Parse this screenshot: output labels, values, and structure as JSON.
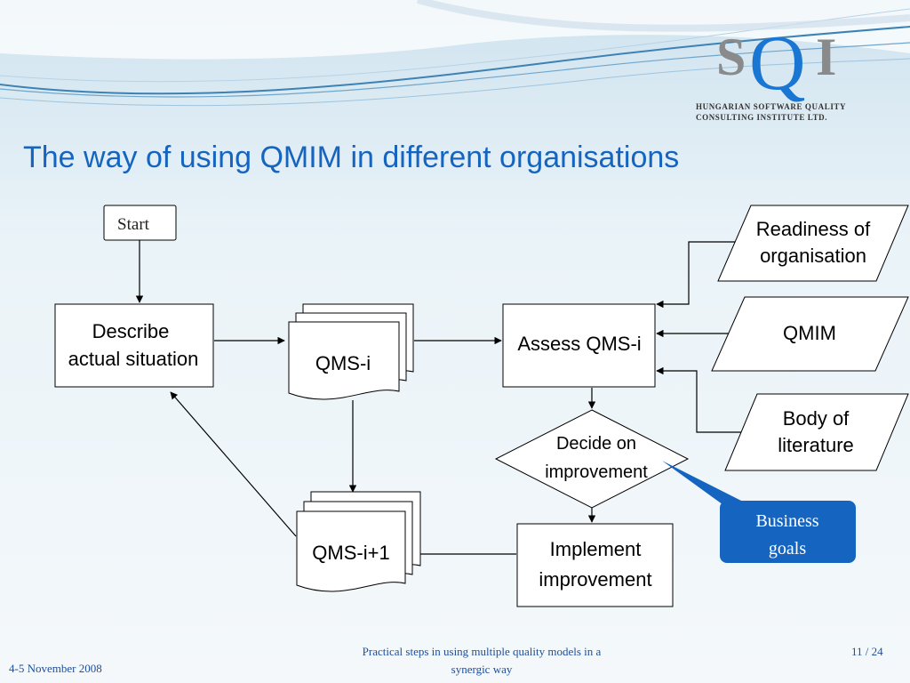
{
  "logo": {
    "letter_s": "S",
    "letter_q": "Q",
    "letter_i": "I",
    "line1": "HUNGARIAN SOFTWARE QUALITY",
    "line2": "CONSULTING INSTITUTE LTD."
  },
  "title": "The way of using QMIM in different organisations",
  "diagram": {
    "start": "Start",
    "describe": [
      "Describe",
      "actual situation"
    ],
    "qms_i": "QMS-i",
    "assess": "Assess QMS-i",
    "readiness": [
      "Readiness of",
      "organisation"
    ],
    "qmim": "QMIM",
    "body_lit": [
      "Body of",
      "literature"
    ],
    "decide": [
      "Decide on",
      "improvement"
    ],
    "implement": [
      "Implement",
      "improvement"
    ],
    "qms_i1": "QMS-i+1",
    "business_goals": [
      "Business",
      "goals"
    ]
  },
  "footer": {
    "date": "4-5 November 2008",
    "center": [
      "Practical steps in using multiple quality models in a",
      "synergic way"
    ],
    "page": "11 / 24"
  },
  "colors": {
    "title": "#1565c0",
    "accent": "#1976d2",
    "callout_bg": "#1565c0",
    "footer_text": "#1f4e9b",
    "logo_gray": "#8a8a8a"
  }
}
